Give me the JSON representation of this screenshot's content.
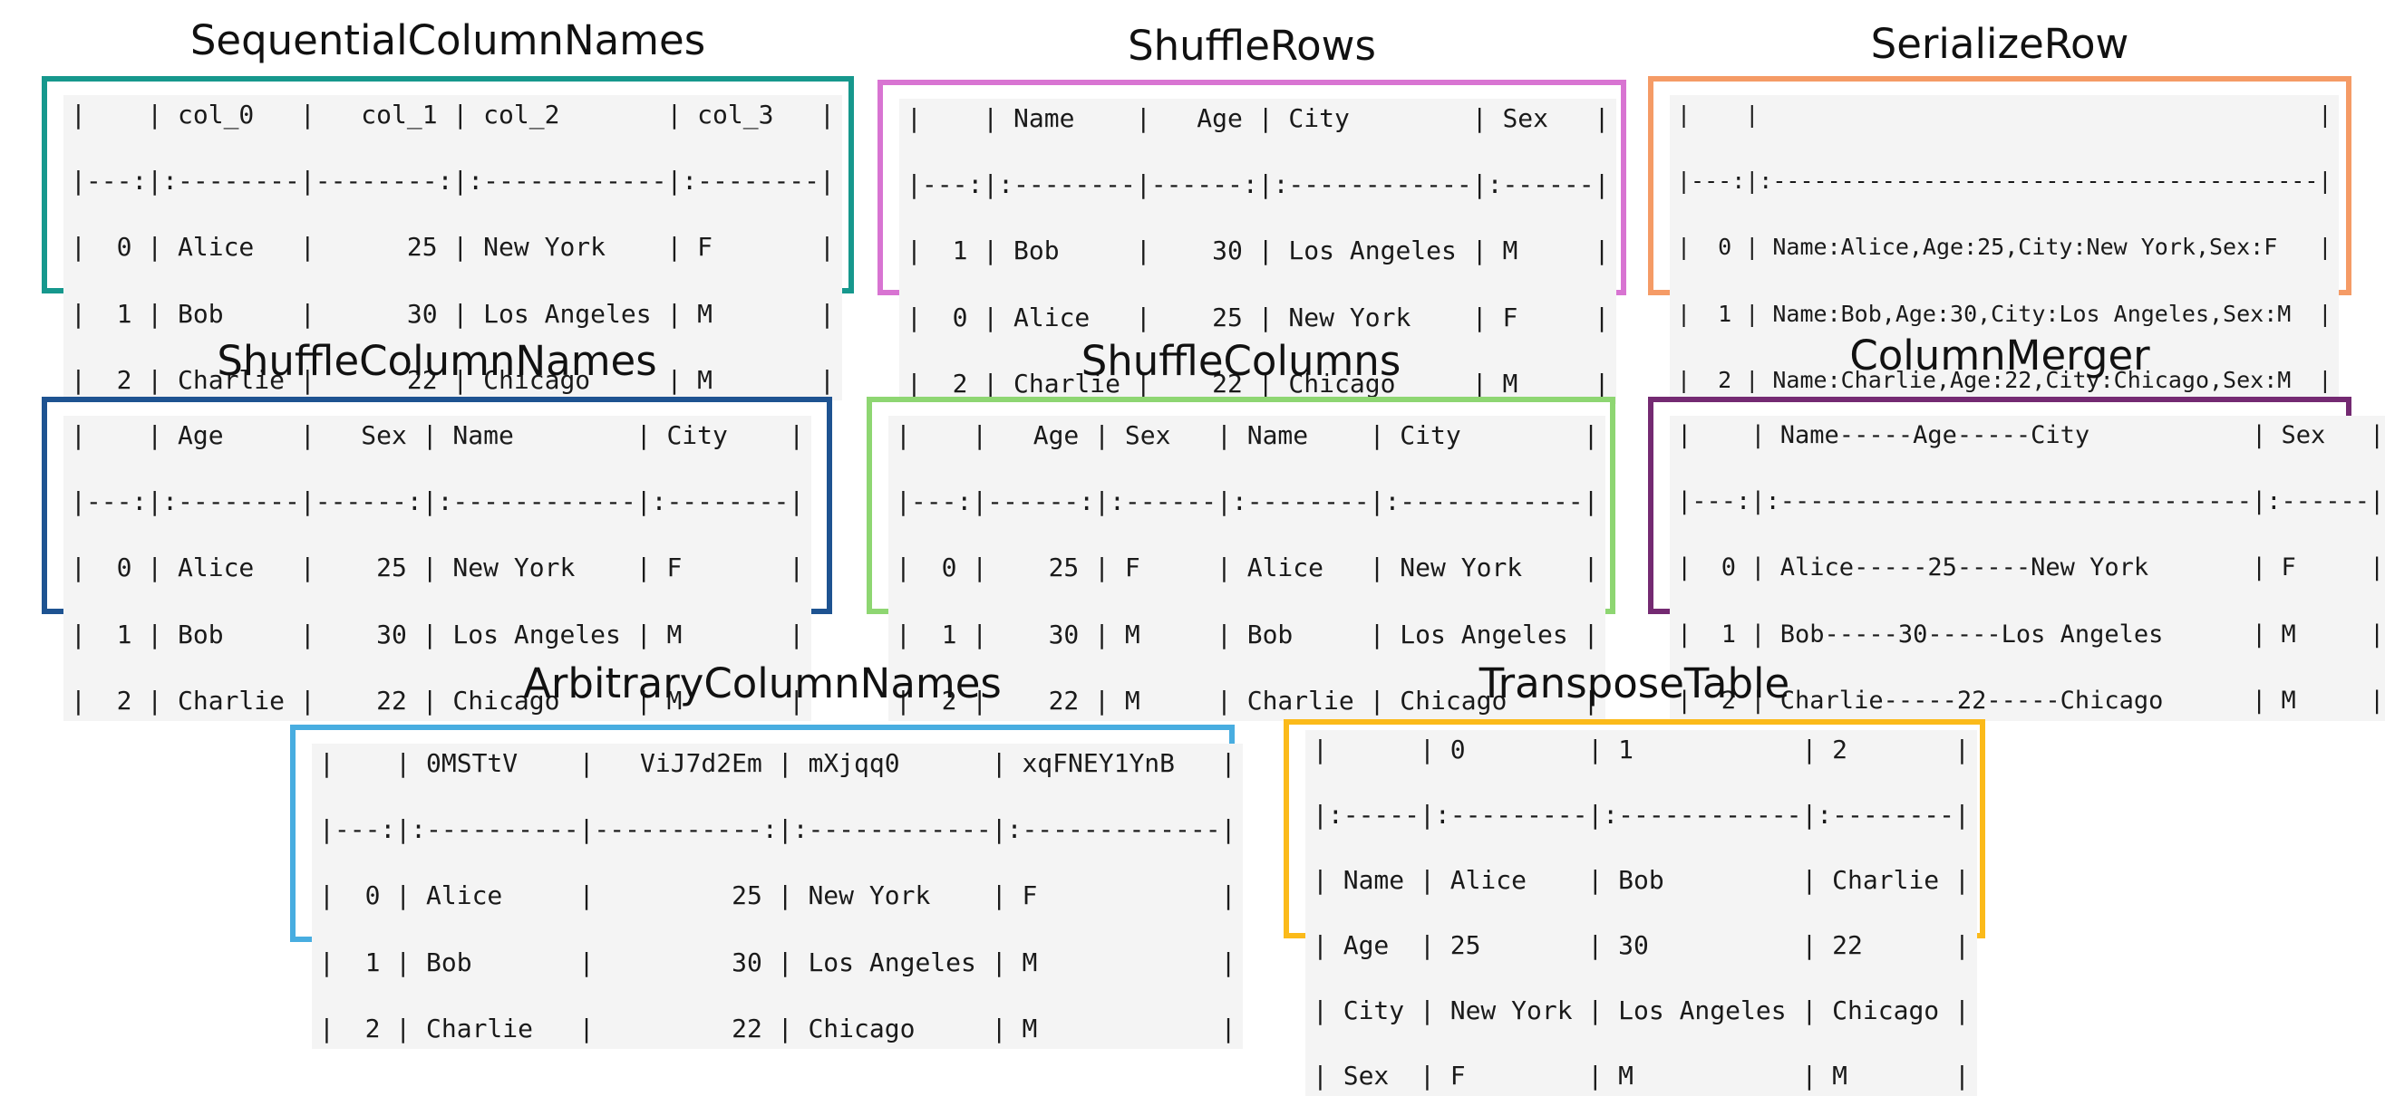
{
  "panels": [
    {
      "id": "sequential-column-names",
      "title": "SequentialColumnNames",
      "border_color": "#16988d",
      "lines": [
        "|    | col_0   |   col_1 | col_2       | col_3   |",
        "|---:|:--------|--------:|:------------|:--------|",
        "|  0 | Alice   |      25 | New York    | F       |",
        "|  1 | Bob     |      30 | Los Angeles | M       |",
        "|  2 | Charlie |      22 | Chicago     | M       |"
      ]
    },
    {
      "id": "shuffle-rows",
      "title": "ShuffleRows",
      "border_color": "#d874d2",
      "lines": [
        "|    | Name    |   Age | City        | Sex   |",
        "|---:|:--------|------:|:------------|:------|",
        "|  1 | Bob     |    30 | Los Angeles | M     |",
        "|  0 | Alice   |    25 | New York    | F     |",
        "|  2 | Charlie |    22 | Chicago     | M     |"
      ]
    },
    {
      "id": "serialize-row",
      "title": "SerializeRow",
      "border_color": "#f59b66",
      "lines": [
        "|    |                                         |",
        "|---:|:----------------------------------------|",
        "|  0 | Name:Alice,Age:25,City:New York,Sex:F   |",
        "|  1 | Name:Bob,Age:30,City:Los Angeles,Sex:M  |",
        "|  2 | Name:Charlie,Age:22,City:Chicago,Sex:M  |"
      ]
    },
    {
      "id": "shuffle-column-names",
      "title": "ShuffleColumnNames",
      "border_color": "#1e5391",
      "lines": [
        "|    | Age     |   Sex | Name        | City    |",
        "|---:|:--------|------:|:------------|:--------|",
        "|  0 | Alice   |    25 | New York    | F       |",
        "|  1 | Bob     |    30 | Los Angeles | M       |",
        "|  2 | Charlie |    22 | Chicago     | M       |"
      ]
    },
    {
      "id": "shuffle-columns",
      "title": "ShuffleColumns",
      "border_color": "#8ed672",
      "lines": [
        "|    |   Age | Sex   | Name    | City        |",
        "|---:|------:|:------|:--------|:------------|",
        "|  0 |    25 | F     | Alice   | New York    |",
        "|  1 |    30 | M     | Bob     | Los Angeles |",
        "|  2 |    22 | M     | Charlie | Chicago     |"
      ]
    },
    {
      "id": "column-merger",
      "title": "ColumnMerger",
      "border_color": "#742a72",
      "lines": [
        "|    | Name-----Age-----City           | Sex   |",
        "|---:|:--------------------------------|:------|",
        "|  0 | Alice-----25-----New York       | F     |",
        "|  1 | Bob-----30-----Los Angeles      | M     |",
        "|  2 | Charlie-----22-----Chicago      | M     |"
      ]
    },
    {
      "id": "arbitrary-column-names",
      "title": "ArbitraryColumnNames",
      "border_color": "#48ade0",
      "lines": [
        "|    | 0MSTtV    |   ViJ7d2Em | mXjqq0      | xqFNEY1YnB   |",
        "|---:|:----------|-----------:|:------------|:-------------|",
        "|  0 | Alice     |         25 | New York    | F            |",
        "|  1 | Bob       |         30 | Los Angeles | M            |",
        "|  2 | Charlie   |         22 | Chicago     | M            |"
      ]
    },
    {
      "id": "transpose-table",
      "title": "TransposeTable",
      "border_color": "#fbba1a",
      "lines": [
        "|      | 0        | 1           | 2       |",
        "|:-----|:---------|:------------|:--------|",
        "| Name | Alice    | Bob         | Charlie |",
        "| Age  | 25       | 30          | 22      |",
        "| City | New York | Los Angeles | Chicago |",
        "| Sex  | F        | M           | M       |"
      ]
    }
  ]
}
